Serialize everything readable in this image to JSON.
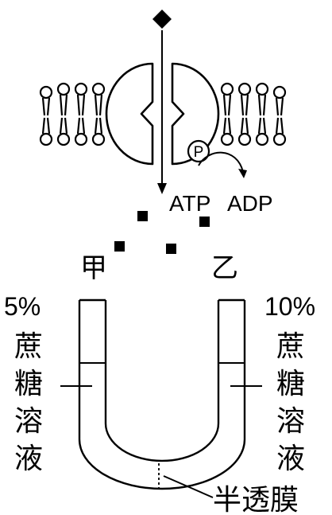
{
  "diagram": {
    "phosphate_label": "P",
    "atp_label": "ATP",
    "adp_label": "ADP",
    "left_arm_label": "甲",
    "right_arm_label": "乙",
    "left_solution": {
      "concentration": "5%",
      "chars": [
        "蔗",
        "糖",
        "溶",
        "液"
      ]
    },
    "right_solution": {
      "concentration": "10%",
      "chars": [
        "蔗",
        "糖",
        "溶",
        "液"
      ]
    },
    "membrane_label": "半透膜"
  },
  "colors": {
    "ink": "#000000",
    "paper": "#ffffff"
  }
}
